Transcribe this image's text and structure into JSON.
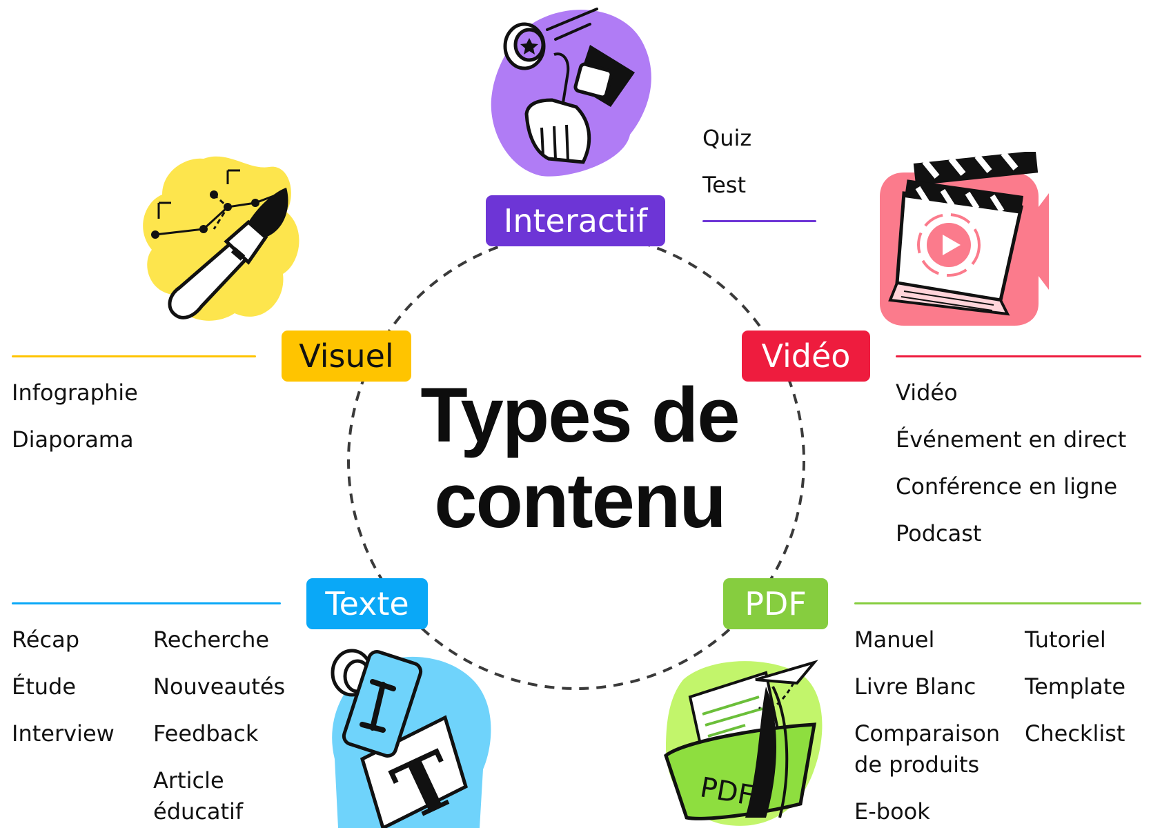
{
  "title": {
    "line1": "Types de",
    "line2": "contenu"
  },
  "colors": {
    "interactif": "#6d35d6",
    "video": "#ee1c3e",
    "visuel": "#ffc400",
    "texte": "#0aa8f7",
    "pdf": "#86cd3f",
    "circle": "#3a3a3a"
  },
  "categories": {
    "interactif": {
      "label": "Interactif",
      "icon": "smartwatch-hand-icon",
      "items": [
        "Quiz",
        "Test"
      ]
    },
    "video": {
      "label": "Vidéo",
      "icon": "clapperboard-laptop-icon",
      "items": [
        "Vidéo",
        "Événement en direct",
        "Conférence en ligne",
        "Podcast"
      ]
    },
    "visuel": {
      "label": "Visuel",
      "icon": "paintbrush-icon",
      "items": [
        "Infographie",
        "Diaporama"
      ]
    },
    "texte": {
      "label": "Texte",
      "icon": "text-stamp-icon",
      "col1": [
        "Récap",
        "Étude",
        "Interview"
      ],
      "col2": [
        "Recherche",
        "Nouveautés",
        "Feedback",
        "Article",
        "éducatif"
      ]
    },
    "pdf": {
      "label": "PDF",
      "icon": "pdf-folder-icon",
      "folder_text": "PDF",
      "col1": [
        "Manuel",
        "Livre Blanc",
        "Comparaison",
        "de produits",
        "E-book"
      ],
      "col2": [
        "Tutoriel",
        "Template",
        "Checklist"
      ]
    }
  }
}
